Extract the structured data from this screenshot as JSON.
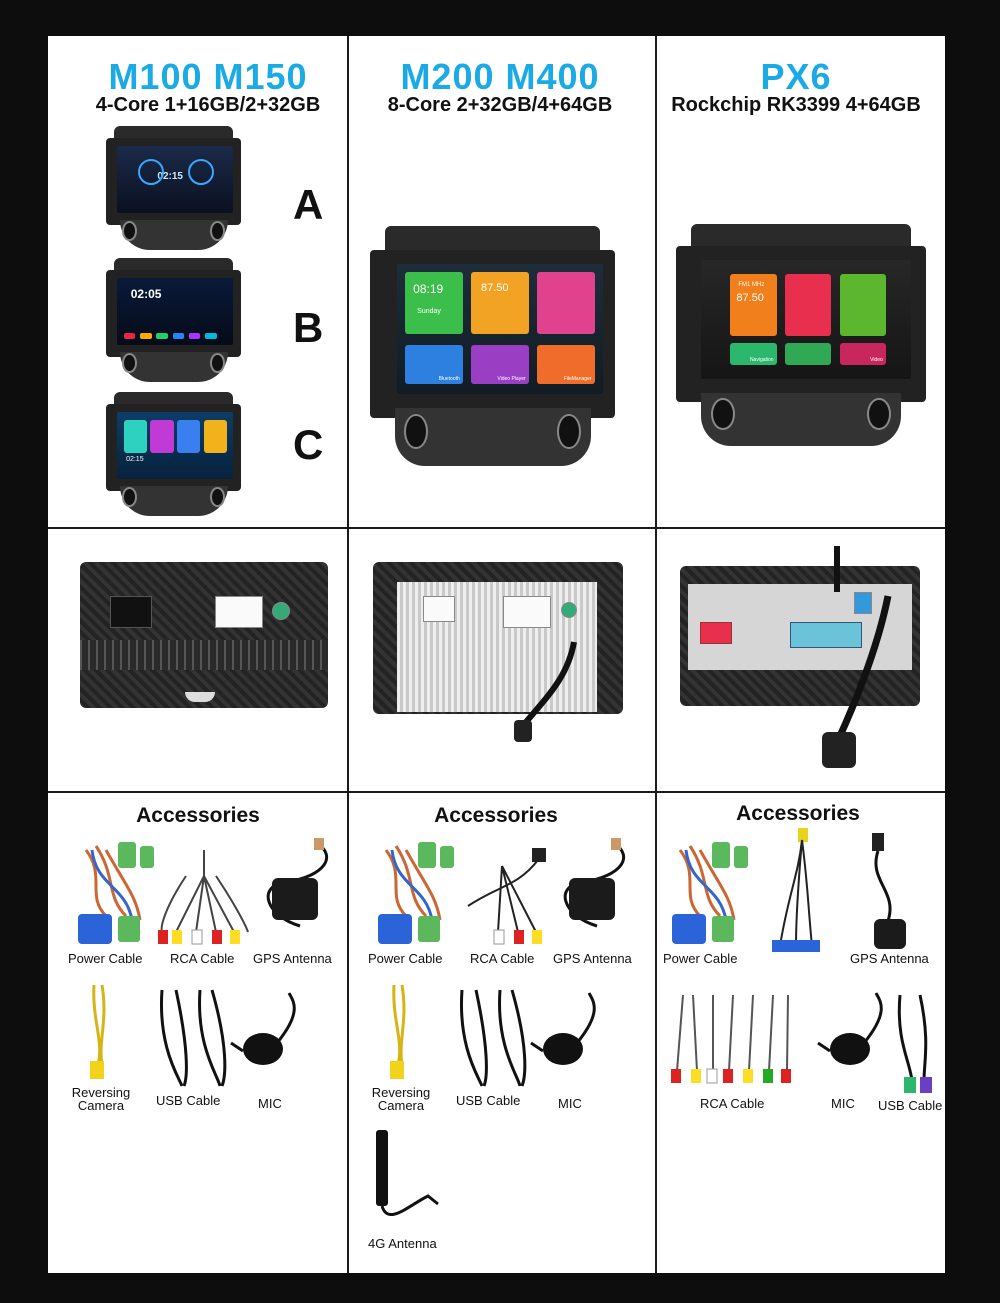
{
  "columns": [
    {
      "model": "M100 M150",
      "spec": "4-Core 1+16GB/2+32GB",
      "variants": [
        "A",
        "B",
        "C"
      ],
      "screen_texts": {
        "a_clock": "02:15",
        "b_clock": "02:05",
        "c_clock": "02:15"
      },
      "accessories_title": "Accessories",
      "accessories": [
        "Power Cable",
        "RCA Cable",
        "GPS Antenna",
        "Reversing Camera",
        "USB Cable",
        "MIC"
      ]
    },
    {
      "model": "M200 M400",
      "spec": "8-Core 2+32GB/4+64GB",
      "screen_texts": {
        "clock": "08:19",
        "radio": "87.50",
        "day": "Sunday",
        "apps": [
          "Bluetooth",
          "Video Player",
          "FileManager"
        ]
      },
      "accessories_title": "Accessories",
      "accessories": [
        "Power Cable",
        "RCA Cable",
        "GPS Antenna",
        "Reversing Camera",
        "USB Cable",
        "MIC",
        "4G Antenna"
      ]
    },
    {
      "model": "PX6",
      "spec": "Rockchip RK3399 4+64GB",
      "screen_texts": {
        "radio_band": "FM1 MHz",
        "radio": "87.50",
        "apps": [
          "Navigation",
          "Video"
        ]
      },
      "accessories_title": "Accessories",
      "accessories": [
        "Power Cable",
        "GPS Antenna",
        "RCA Cable",
        "MIC",
        "USB Cable"
      ]
    }
  ],
  "colors": {
    "model_blue": "#1aaae6",
    "background": "#0d0d0d",
    "divider": "#1a1a1a"
  }
}
